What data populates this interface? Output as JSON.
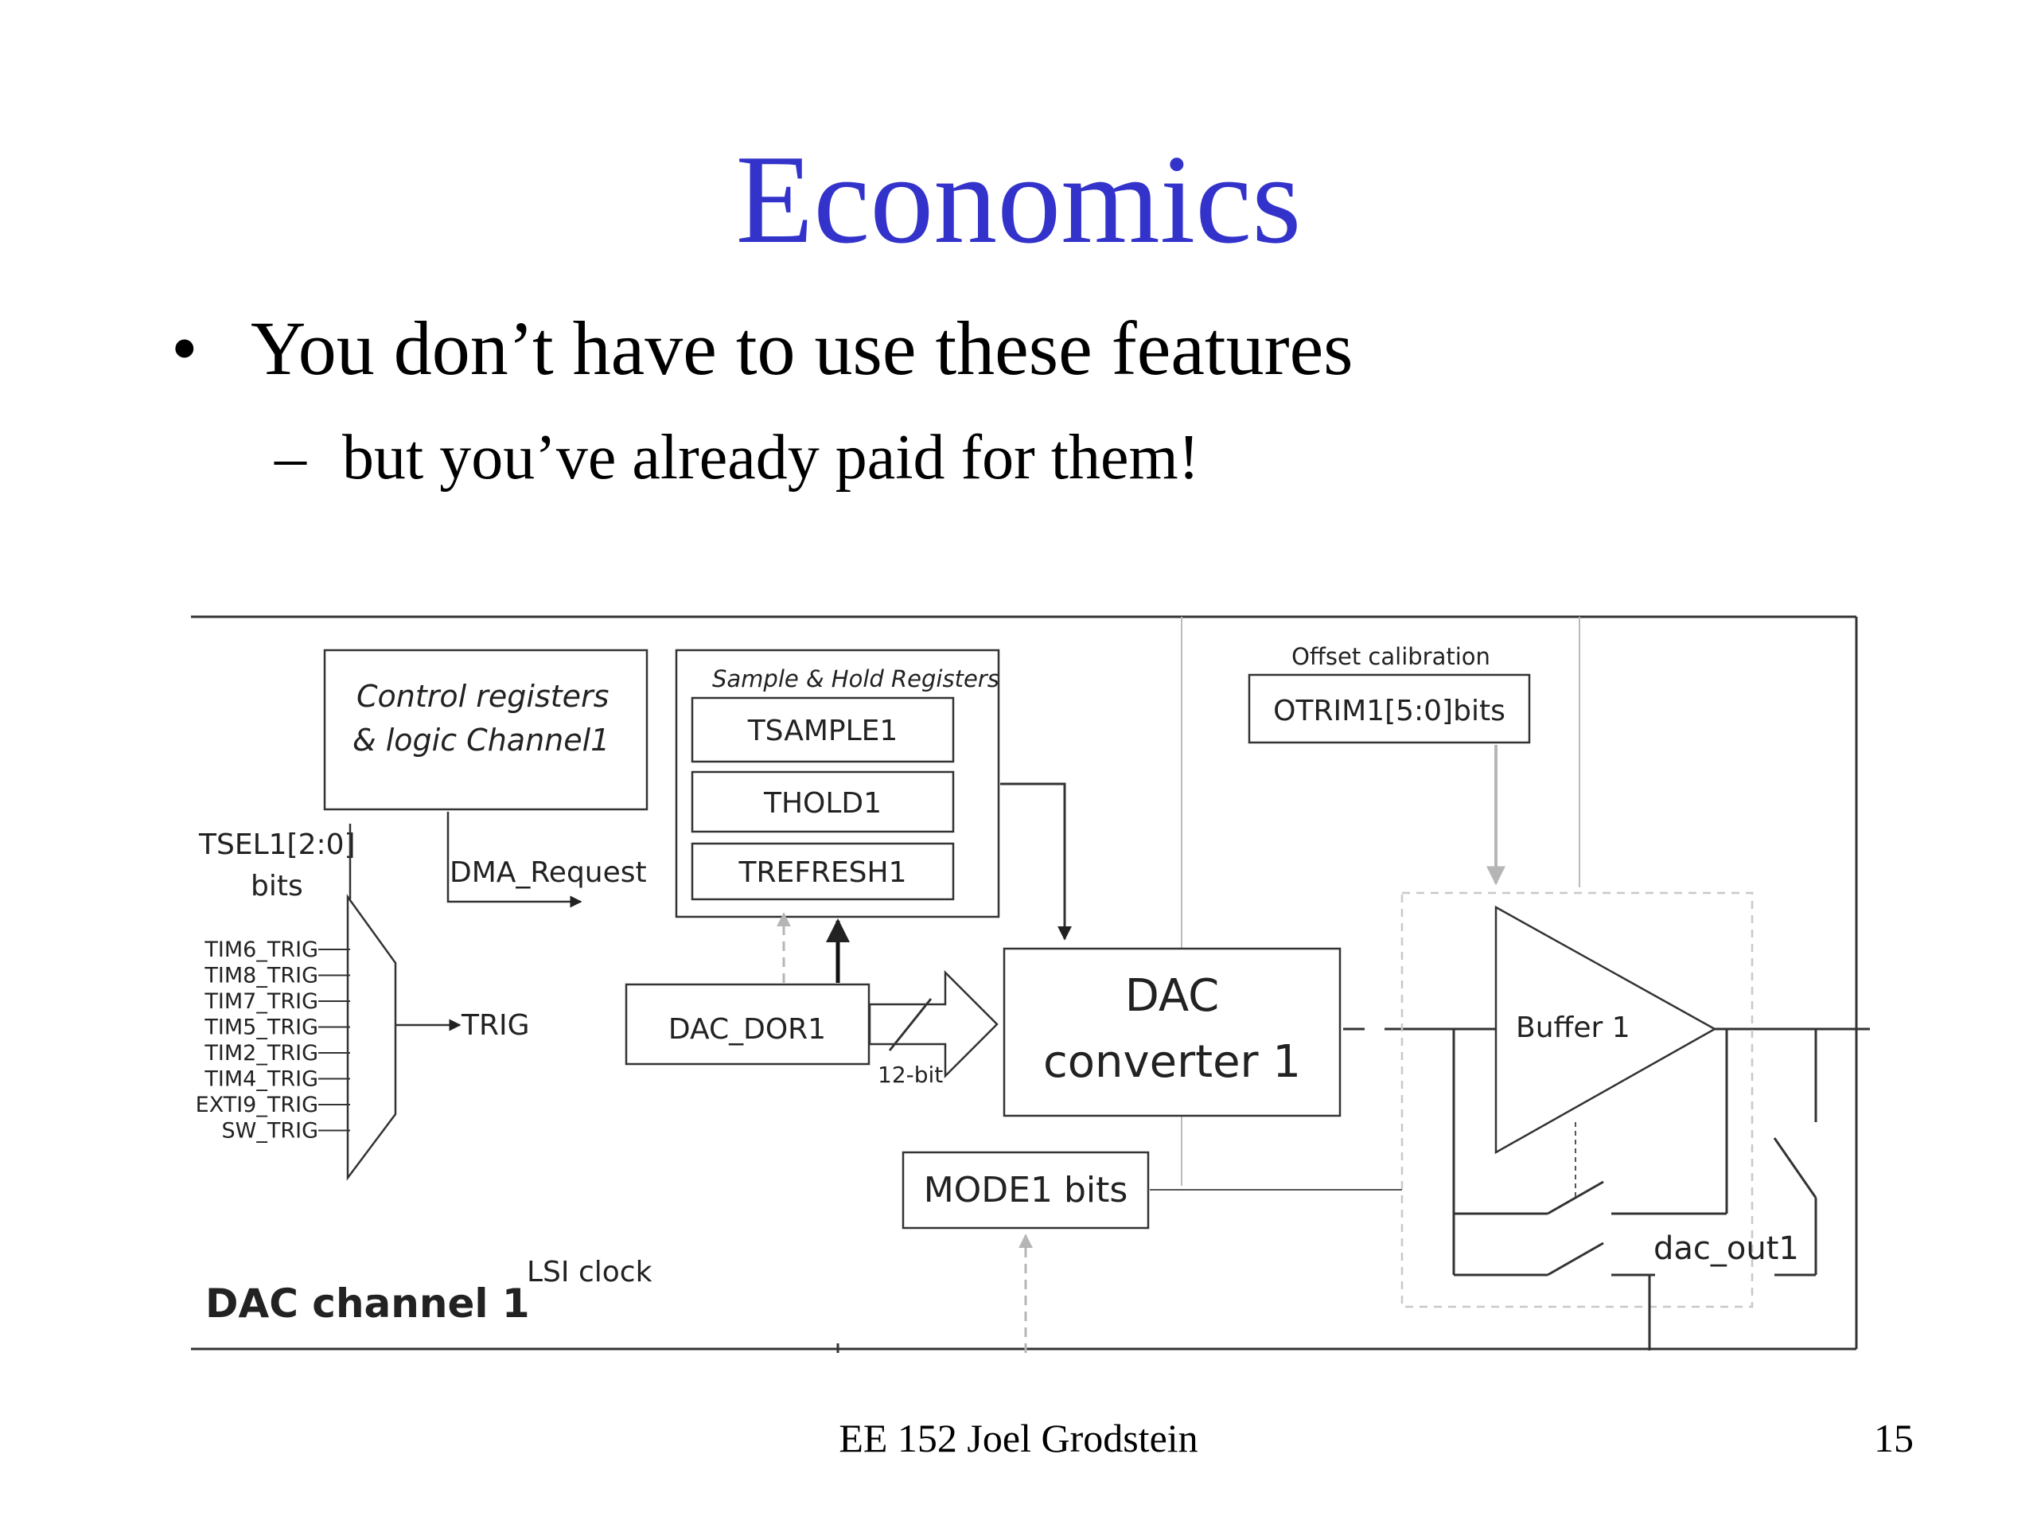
{
  "slide": {
    "title": "Economics",
    "bullet": "You don’t have to use these features",
    "sub_bullet": "but you’ve already paid for them!",
    "footer": "EE 152 Joel Grodstein",
    "page_number": "15"
  },
  "diagram": {
    "channel_label": "DAC channel 1",
    "lsi_clock": "LSI clock",
    "control_line1": "Control  registers",
    "control_line2": "& logic  Channel1",
    "tsel_line1": "TSEL1[2:0]",
    "tsel_line2": "bits",
    "dma_request": "DMA_Request",
    "trig": "TRIG",
    "trig_inputs": [
      "TIM6_TRIG",
      "TIM8_TRIG",
      "TIM7_TRIG",
      "TIM5_TRIG",
      "TIM2_TRIG",
      "TIM4_TRIG",
      "EXTI9_TRIG",
      "SW_TRIG"
    ],
    "sample_hold_title": "Sample & Hold Registers",
    "tsample": "TSAMPLE1",
    "thold": "THOLD1",
    "trefresh": "TREFRESH1",
    "dac_dor": "DAC_DOR1",
    "bit_width": "12-bit",
    "dac_line1": "DAC",
    "dac_line2": "converter 1",
    "offset_calibration": "Offset calibration",
    "otrim": "OTRIM1[5:0]bits",
    "buffer": "Buffer 1",
    "mode": "MODE1 bits",
    "dac_out": "dac_out1"
  }
}
